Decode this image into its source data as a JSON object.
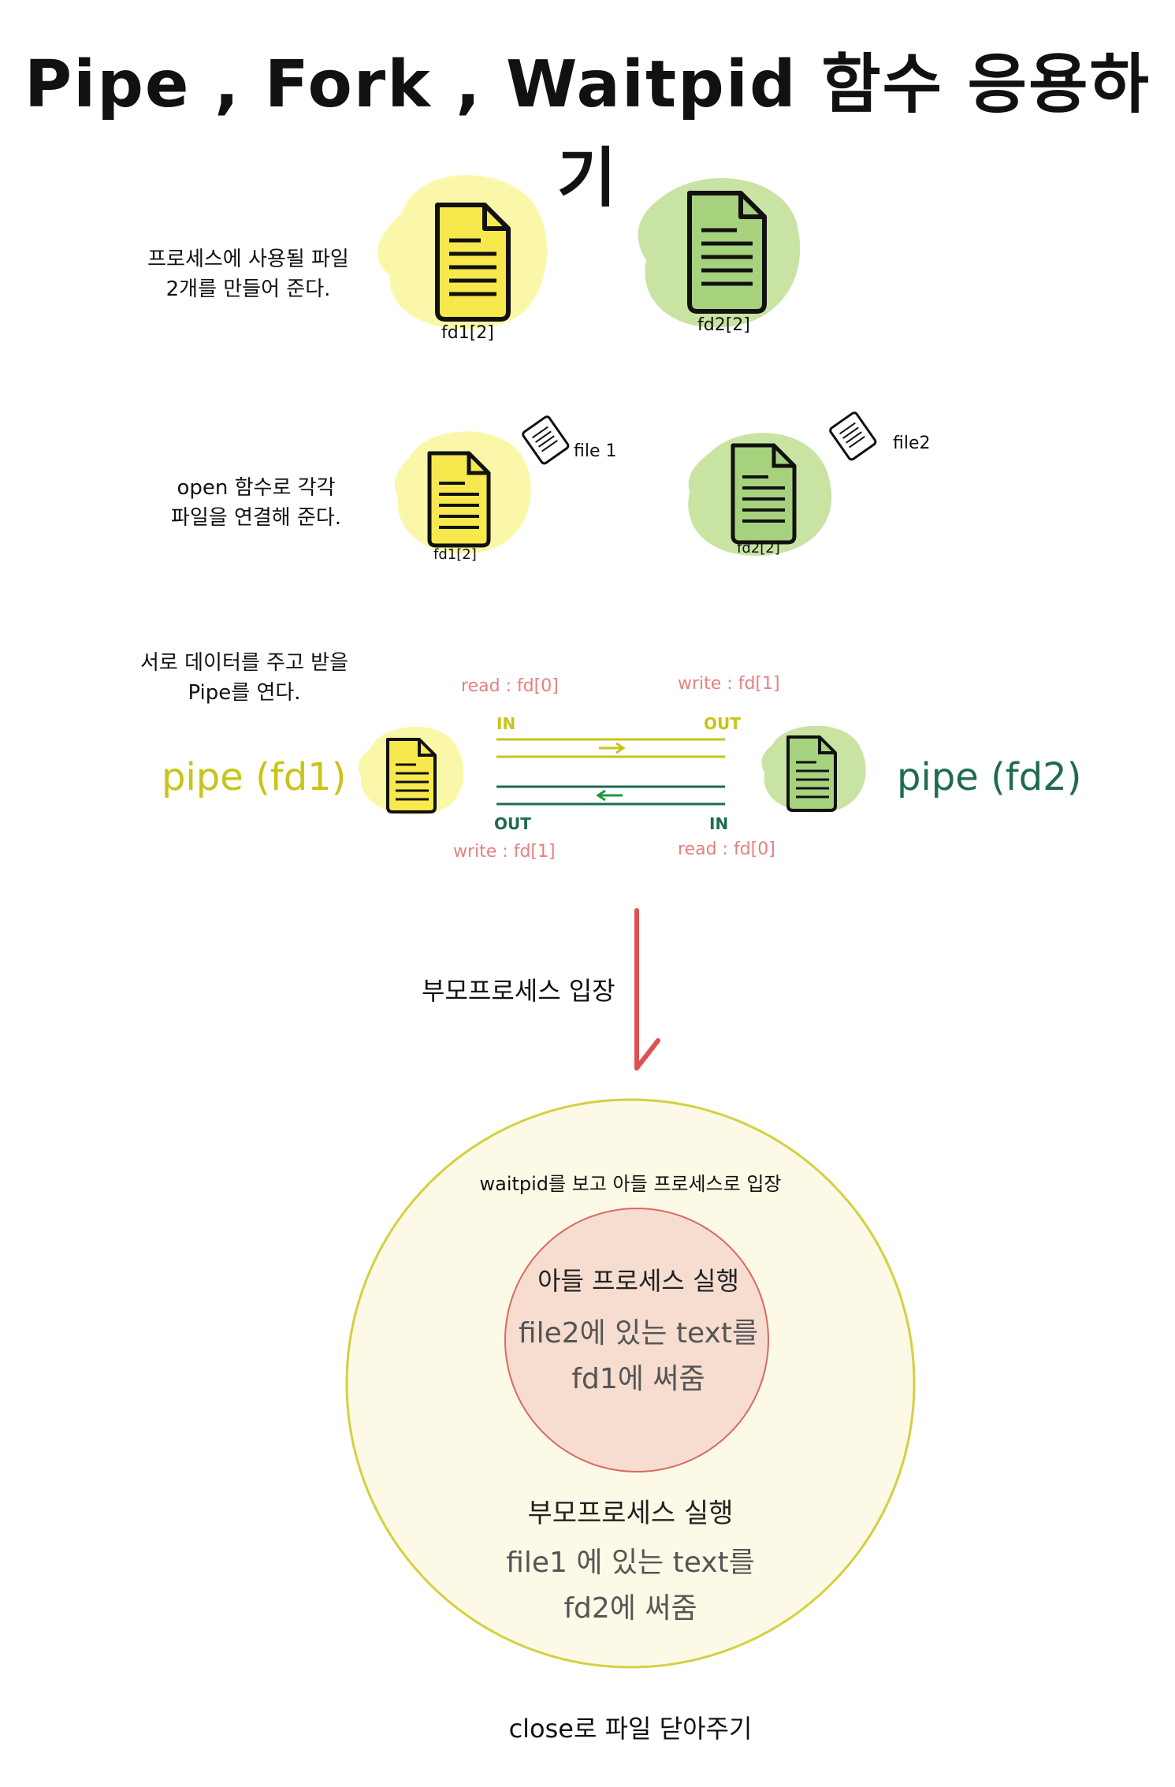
{
  "title": "Pipe , Fork , Waitpid 함수 응용하기",
  "step1": {
    "note_line1": "프로세스에 사용될 파일",
    "note_line2": "2개를 만들어 준다.",
    "fd1_label": "fd1[2]",
    "fd2_label": "fd2[2]"
  },
  "step2": {
    "note_line1": "open 함수로 각각",
    "note_line2": "파일을 연결해 준다.",
    "fd1_label": "fd1[2]",
    "fd2_label": "fd2[2]",
    "file1_label": "file 1",
    "file2_label": "file2"
  },
  "step3": {
    "note_line1": "서로 데이터를 주고 받을",
    "note_line2": "Pipe를 연다.",
    "pipe1_label": "pipe (fd1)",
    "pipe2_label": "pipe (fd2)",
    "read_fd0_top": "read : fd[0]",
    "write_fd1_top": "write : fd[1]",
    "write_fd1_bottom": "write : fd[1]",
    "read_fd0_bottom": "read : fd[0]",
    "in_top": "IN",
    "out_top": "OUT",
    "out_bottom": "OUT",
    "in_bottom": "IN"
  },
  "parent_enter": "부모프로세스 입장",
  "outer_circle": {
    "caption": "waitpid를 보고 아들 프로세스로 입장",
    "title": "부모프로세스 실행",
    "line1": "file1 에 있는 text를",
    "line2": "fd2에 써줌"
  },
  "inner_circle": {
    "title": "아들 프로세스 실행",
    "line1": "file2에 있는 text를",
    "line2": "fd1에 써줌"
  },
  "close_note": "close로 파일 닫아주기",
  "colors": {
    "yellow_blob": "#fbf7a8",
    "green_blob": "#c9e3a2",
    "pipe1_color": "#c8c418",
    "pipe2_color": "#1f6b52",
    "arrow_red": "#e05050",
    "outer_fill": "#fcfae6",
    "outer_stroke": "#d4d040",
    "inner_fill": "#f6ddd0",
    "inner_stroke": "#d96a60"
  },
  "icons": [
    "document-icon",
    "small-file-icon",
    "arrow-right-icon",
    "arrow-left-icon",
    "down-arrow-icon"
  ]
}
